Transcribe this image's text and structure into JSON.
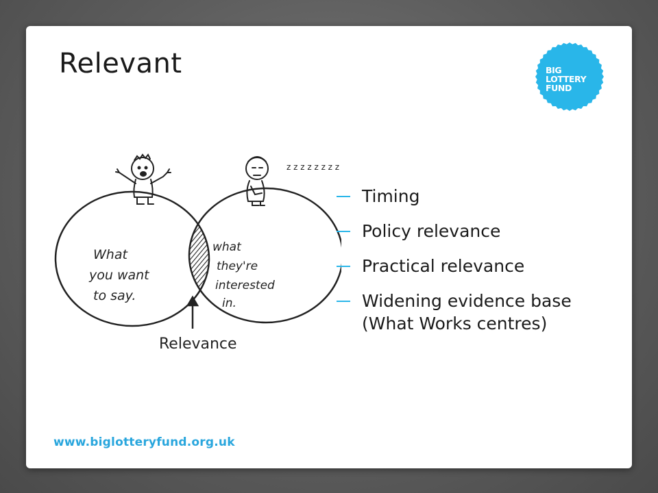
{
  "slide": {
    "title": "Relevant",
    "logo": {
      "lines": [
        "BIG",
        "LOTTERY",
        "FUND"
      ],
      "color": "#29b6e9"
    },
    "illustration": {
      "left_circle_text": [
        "What",
        "you want",
        "to say."
      ],
      "right_circle_text": [
        "what",
        "they're",
        "interested",
        "in."
      ],
      "snore": "z z z z z z z z",
      "arrow_label": "Relevance"
    },
    "bullets": [
      {
        "lines": [
          "Timing"
        ]
      },
      {
        "lines": [
          "Policy relevance"
        ]
      },
      {
        "lines": [
          "Practical relevance"
        ]
      },
      {
        "lines": [
          "Widening evidence base",
          "(What Works centres)"
        ]
      }
    ],
    "bullet_marker_color": "#29b6e9",
    "footer_url": "www.biglotteryfund.org.uk",
    "footer_color": "#29a6dd"
  }
}
